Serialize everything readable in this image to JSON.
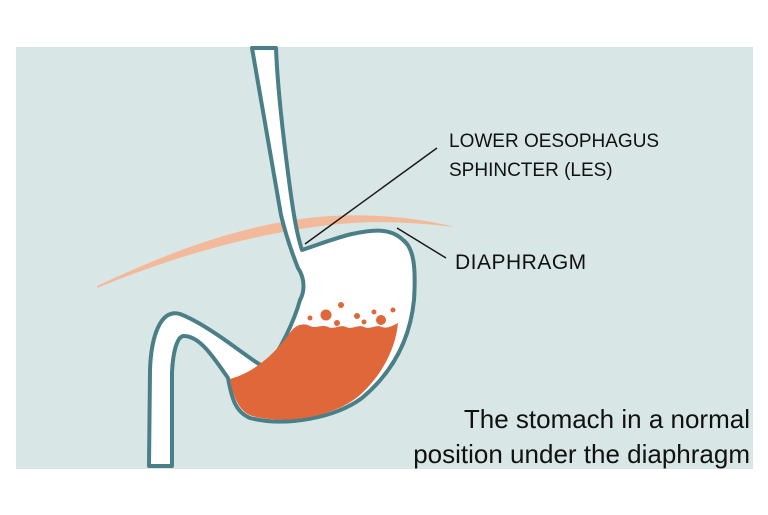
{
  "labels": {
    "les_line1": "LOWER OESOPHAGUS",
    "les_line2": "SPHINCTER (LES)",
    "diaphragm": "DIAPHRAGM"
  },
  "caption": {
    "line1": "The stomach in a normal",
    "line2": "position under the diaphragm"
  },
  "colors": {
    "background_panel": "#d9e6e6",
    "organ_outline": "#4a7f88",
    "organ_fill": "#ffffff",
    "stomach_acid": "#e0673a",
    "diaphragm": "#f2b99a",
    "leader_line": "#1a1a1a"
  }
}
